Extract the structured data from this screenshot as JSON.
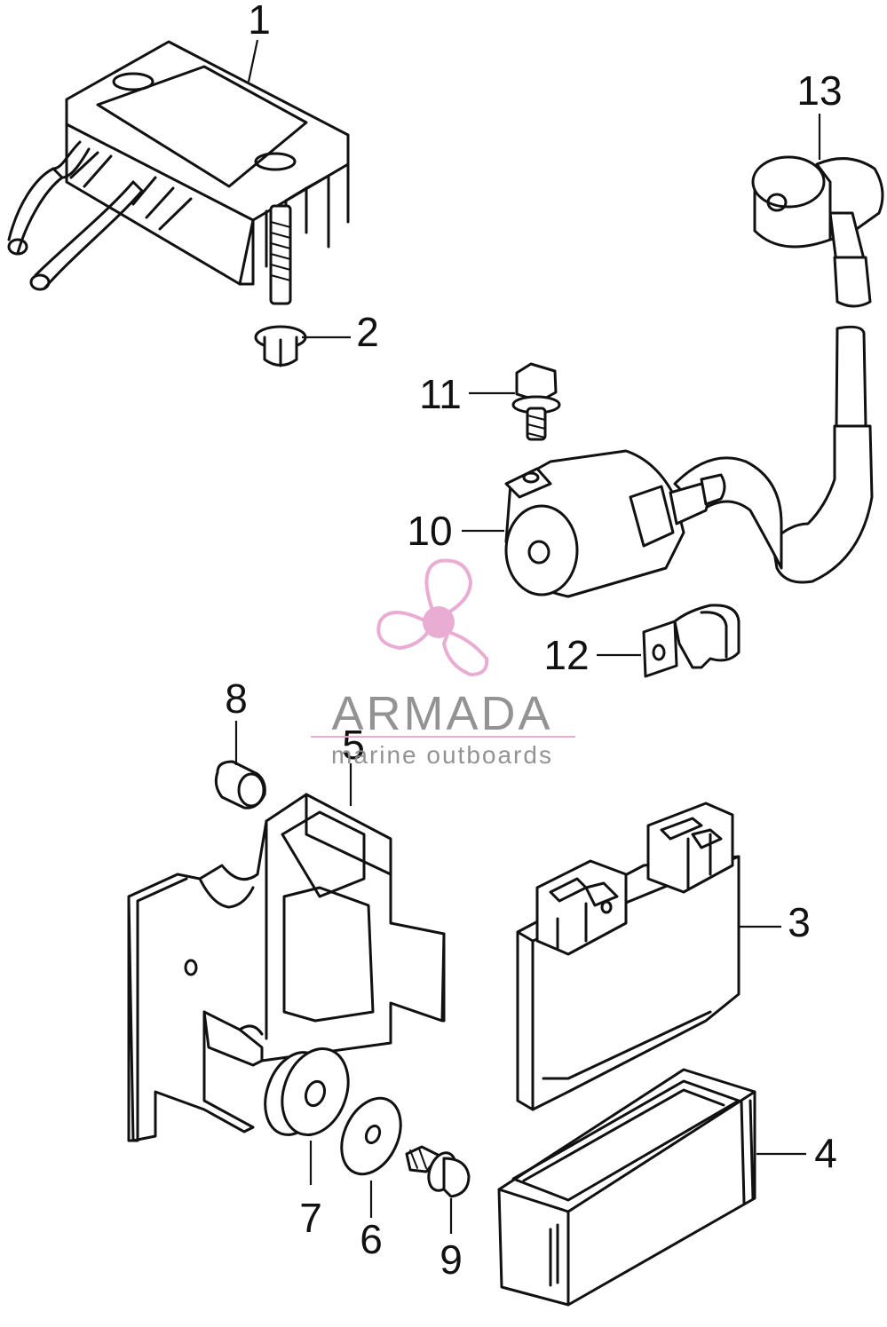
{
  "callouts": [
    {
      "id": "1",
      "label": "1"
    },
    {
      "id": "2",
      "label": "2"
    },
    {
      "id": "3",
      "label": "3"
    },
    {
      "id": "4",
      "label": "4"
    },
    {
      "id": "5",
      "label": "5"
    },
    {
      "id": "6",
      "label": "6"
    },
    {
      "id": "7",
      "label": "7"
    },
    {
      "id": "8",
      "label": "8"
    },
    {
      "id": "9",
      "label": "9"
    },
    {
      "id": "10",
      "label": "10"
    },
    {
      "id": "11",
      "label": "11"
    },
    {
      "id": "12",
      "label": "12"
    },
    {
      "id": "13",
      "label": "13"
    }
  ],
  "watermark": {
    "brand": "ARMADA",
    "tagline": "marine outboards",
    "brand_color": "#8a8a8a",
    "accent_color": "#e8a6cf",
    "icon": "propeller-icon"
  },
  "colors": {
    "line": "#111111",
    "background": "#ffffff"
  }
}
